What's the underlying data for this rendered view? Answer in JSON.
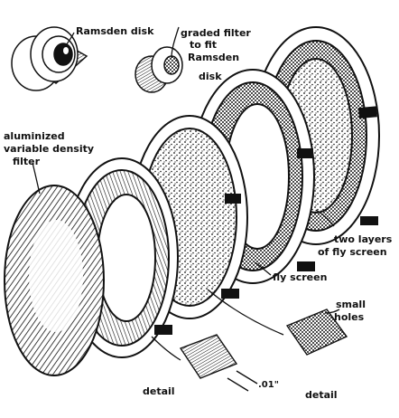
{
  "labels": {
    "ramsden_disk": "Ramsden disk",
    "graded_filter_l1": "graded filter",
    "graded_filter_l2": "to fit",
    "graded_filter_l3": "Ramsden",
    "graded_filter_l4": "disk",
    "aluminized_l1": "aluminized",
    "aluminized_l2": "variable density",
    "aluminized_l3": "filter",
    "two_layers_l1": "two layers",
    "two_layers_l2": "of fly screen",
    "fly_screen": "fly screen",
    "small_holes_l1": "small",
    "small_holes_l2": "holes",
    "detail_left": "detail",
    "detail_right": "detail",
    "dimension": ".01\""
  },
  "colors": {
    "ink": "#111111",
    "paper": "#ffffff"
  }
}
